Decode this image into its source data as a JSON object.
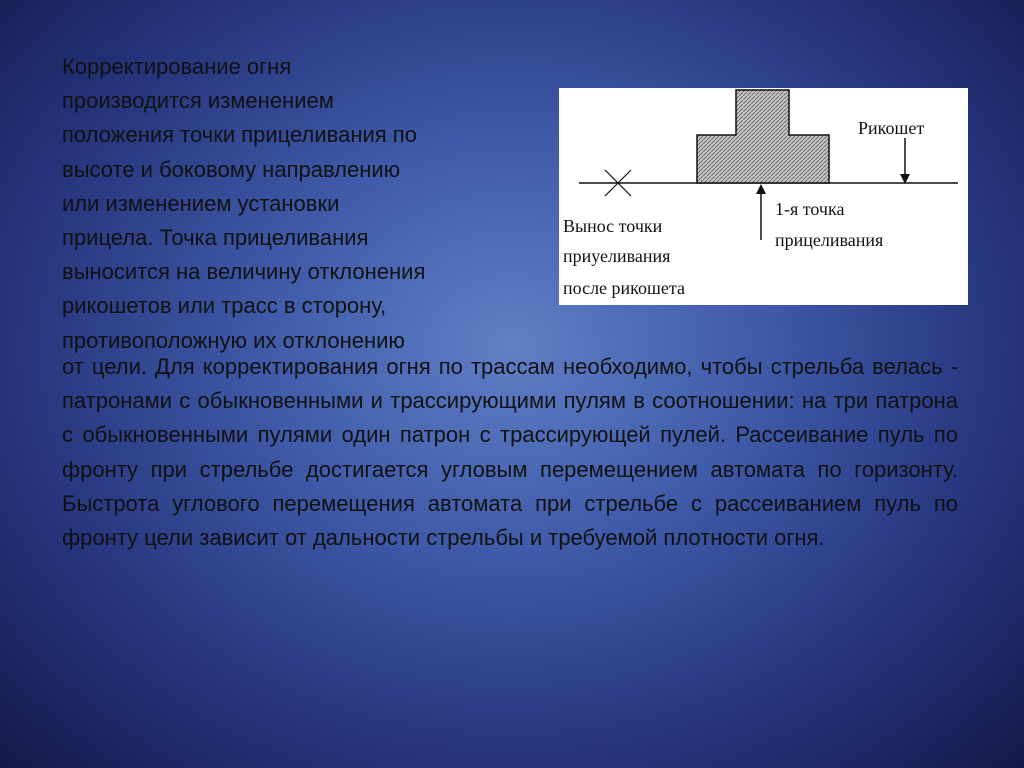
{
  "text": {
    "top_lines": [
      "Корректирование огня",
      "производится изменением",
      "положения точки прицеливания по",
      "высоте и боковому направлению",
      "или изменением установки",
      "прицела. Точка прицеливания",
      "выносится на величину отклонения",
      "рикошетов или трасс в сторону,",
      "противоположную их отклонению"
    ],
    "bottom_paragraph": "от цели. Для корректирования огня по трассам необходимо, чтобы стрельба велась - патронами с обыкновенными и трассирующими пулям в соотношении: на три патрона с обыкновенными пулями один патрон с трассирующей пулей. Рассеивание пуль по фронту при стрельбе достигается угловым перемещением автомата по горизонту. Быстрота углового перемещения автомата при стрельбе с рассеиванием пуль по фронту цели зависит от дальности стрельбы и требуемой плотности огня."
  },
  "diagram": {
    "label_ricochet": "Рикошет",
    "label_aim_1": "1-я точка",
    "label_aim_2": "прицеливания",
    "label_shift_1": "Вынос точки",
    "label_shift_2": "приуеливания",
    "label_shift_3": "после рикошета"
  }
}
